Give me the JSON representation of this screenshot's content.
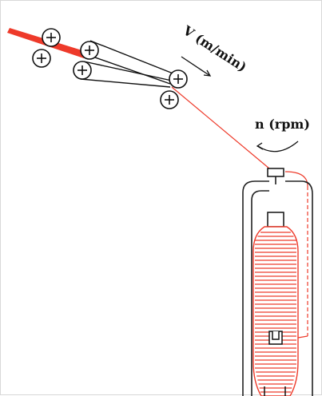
{
  "labels": {
    "speed": "V (m/min)",
    "rotation": "n (rpm)"
  },
  "colors": {
    "yarn": "#ee3a2a",
    "outline": "#222222",
    "background": "#ffffff"
  },
  "components": [
    "feed-roller-pair",
    "drafting-apron",
    "front-roller-pair",
    "yarn-path",
    "traveller",
    "ring-rail",
    "bobbin",
    "spindle"
  ]
}
